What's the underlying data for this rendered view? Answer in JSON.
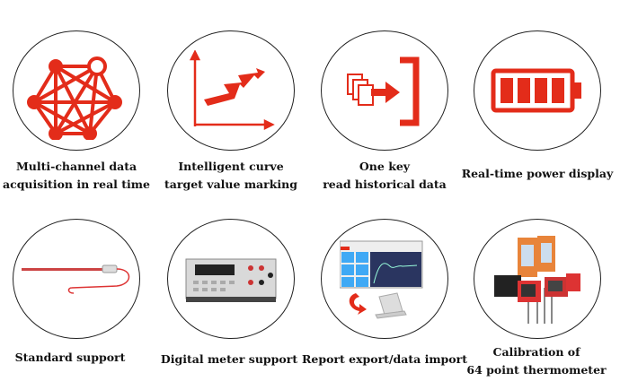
{
  "accent": "#e32c1a",
  "features": [
    {
      "icon": "network-icon",
      "lines": [
        "Multi-channel data",
        "acquisition in real time"
      ]
    },
    {
      "icon": "rising-curve-icon",
      "lines": [
        "Intelligent curve",
        "target value marking"
      ]
    },
    {
      "icon": "import-documents-icon",
      "lines": [
        "One key",
        "read historical data"
      ]
    },
    {
      "icon": "battery-icon",
      "lines": [
        "Real-time power display"
      ]
    },
    {
      "icon": "thermometer-probe-icon",
      "lines": [
        "Standard support"
      ]
    },
    {
      "icon": "digital-meter-icon",
      "lines": [
        "Digital meter support"
      ]
    },
    {
      "icon": "report-export-icon",
      "lines": [
        "Report export/data import"
      ]
    },
    {
      "icon": "thermometer-devices-icon",
      "lines": [
        "Calibration of",
        "64 point thermometer"
      ]
    }
  ]
}
